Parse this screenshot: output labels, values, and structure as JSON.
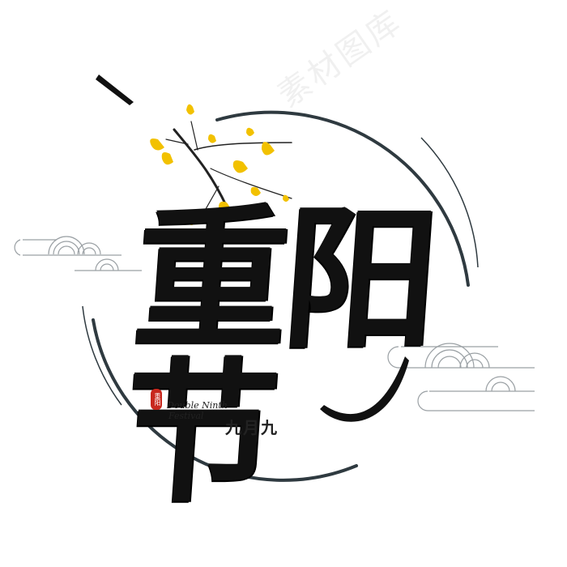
{
  "title_text": "重阳节",
  "subtitle_date": "九月九",
  "english_line1": "Double Ninth",
  "english_line2": "Festival",
  "seal_text": "重阳",
  "watermark": "素材图库",
  "colors": {
    "ink": "#111111",
    "ring": "#2f3a40",
    "ginkgo": "#f2c100",
    "seal": "#c8281e",
    "cloud": "#9aa0a4"
  },
  "icons": [
    "ginkgo-branch-icon",
    "auspicious-cloud-icon",
    "seal-stamp-icon"
  ]
}
